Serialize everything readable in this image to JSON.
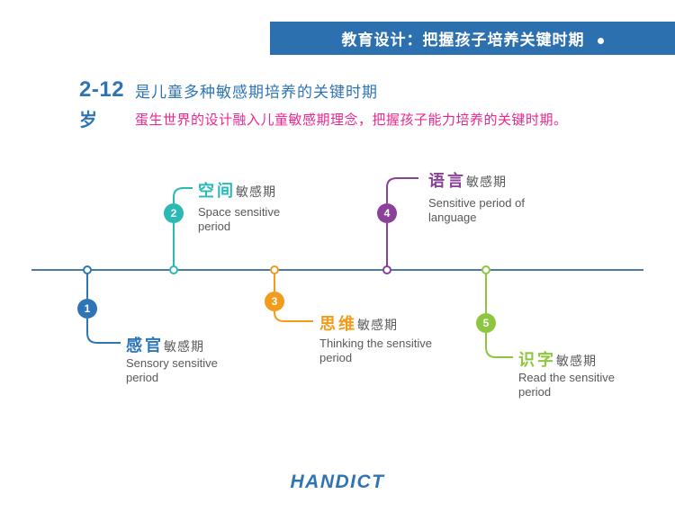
{
  "header": {
    "title": "教育设计：把握孩子培养关键时期",
    "bg_color": "#2d70b0"
  },
  "intro": {
    "age_number": "2-12",
    "age_unit": "岁",
    "line1": "是儿童多种敏感期培养的关键时期",
    "line2": "蛋生世界的设计融入儿童敏感期理念，把握孩子能力培养的关键时期。",
    "accent_color": "#2e74b5",
    "pink_color": "#ec268f"
  },
  "timeline": {
    "axis_color": "#4d7ba3",
    "items": [
      {
        "number": "1",
        "zh_highlight": "感官",
        "zh_rest": "敏感期",
        "en": "Sensory sensitive period",
        "color": "#2e75b6"
      },
      {
        "number": "2",
        "zh_highlight": "空间",
        "zh_rest": "敏感期",
        "en": "Space sensitive period",
        "color": "#2ab9b5"
      },
      {
        "number": "3",
        "zh_highlight": "思维",
        "zh_rest": "敏感期",
        "en": "Thinking the sensitive period",
        "color": "#f29b1d"
      },
      {
        "number": "4",
        "zh_highlight": "语言",
        "zh_rest": "敏感期",
        "en": "Sensitive period of language",
        "color": "#8b4197"
      },
      {
        "number": "5",
        "zh_highlight": "识字",
        "zh_rest": "敏感期",
        "en": "Read the sensitive period",
        "color": "#8dc63f"
      }
    ]
  },
  "footer": {
    "logo": "HANDICT"
  }
}
